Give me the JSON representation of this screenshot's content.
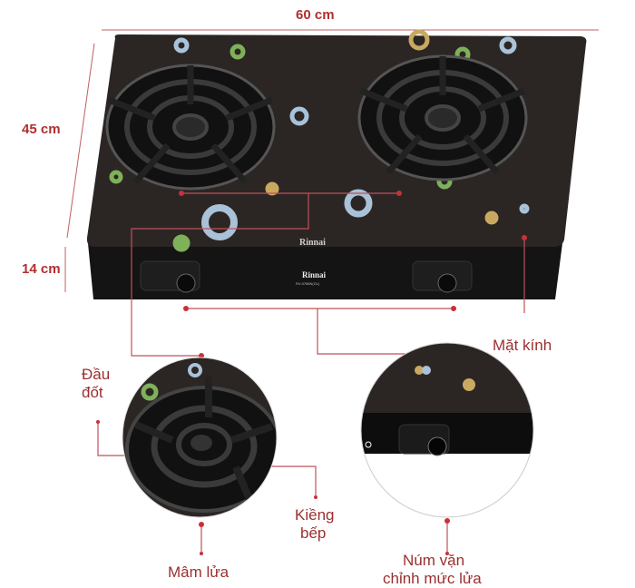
{
  "dimensions": {
    "width": "60 cm",
    "depth": "45 cm",
    "height": "14 cm"
  },
  "brand": {
    "top_logo": "Rinnai",
    "panel_logo": "Rinnai",
    "panel_model": "RV-5788N(GL)"
  },
  "labels": {
    "glass_top": "Mặt kính",
    "burner_head_line1": "Đầu",
    "burner_head_line2": "đốt",
    "pan_support_line1": "Kiềng",
    "pan_support_line2": "bếp",
    "burner_tray": "Mâm lửa",
    "knob_line1": "Núm vặn",
    "knob_line2": "chỉnh mức lửa"
  },
  "colors": {
    "label": "#9b2f2f",
    "callout_line": "#c0505a",
    "glass": "#2b2624",
    "dot_green": "#7fb05a",
    "dot_blue": "#a9c2d8",
    "dot_gold": "#c9a860"
  }
}
